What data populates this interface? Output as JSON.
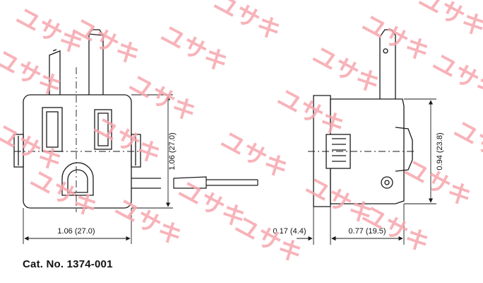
{
  "catalog": {
    "label": "Cat. No. 1374-001"
  },
  "dimensions": {
    "front_height": "1.06 (27.0)",
    "front_width": "1.06 (27.0)",
    "side_height": "0.94 (23.8)",
    "flange_thickness": "0.17 (4.4)",
    "side_depth": "0.77 (19.5)"
  },
  "watermark": {
    "text": "ユサキ",
    "color": "#f6a6ad"
  },
  "colors": {
    "line": "#1a1a1a",
    "background": "#ffffff"
  }
}
